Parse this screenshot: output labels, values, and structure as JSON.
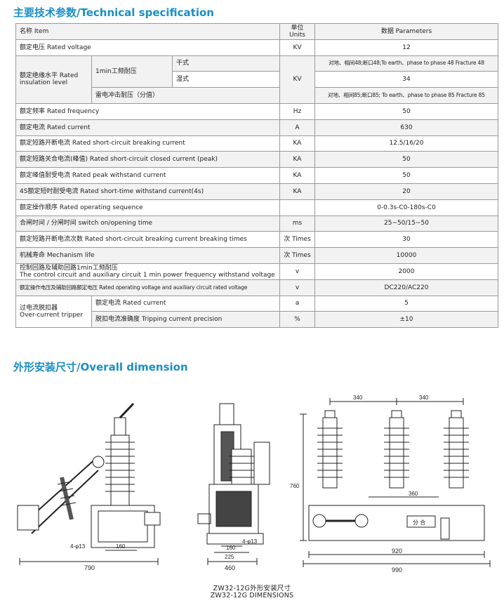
{
  "section1_title": "主要技术参数/Technical specification",
  "section2_title": "外形安装尺寸/Overall dimension",
  "table": {
    "header": {
      "item": "名称 Item",
      "unit": "单位Units",
      "param": "数据 Parameters"
    },
    "rows": {
      "rated_voltage": {
        "item": "额定电压 Rated voltage",
        "unit": "KV",
        "param": "12"
      },
      "insulation": {
        "item": "额定绝缘水平 Rated insulation level",
        "sub1": "1min工频耐压",
        "dry": "干式",
        "dry_val": "对地、相间48;断口48;To earth、phase to phase 48 Fracture 48",
        "wet": "湿式",
        "wet_val": "34",
        "unit": "KV",
        "lightning": "雷电冲击耐压（分值）",
        "lightning_val": "对地、相间85;断口85; To earth、phase to phase 85 Fracture 85"
      },
      "freq": {
        "item": "额定频率 Rated frequency",
        "unit": "Hz",
        "param": "50"
      },
      "current": {
        "item": "额定电流 Rated current",
        "unit": "A",
        "param": "630"
      },
      "breaking": {
        "item": "额定短路开断电流 Rated short-circuit breaking current",
        "unit": "KA",
        "param": "12.5/16/20"
      },
      "closed": {
        "item": "额定短路关合电流(峰值) Rated short-circuit closed current (peak)",
        "unit": "KA",
        "param": "50"
      },
      "peak": {
        "item": "额定峰值耐受电流 Rated peak withstand current",
        "unit": "KA",
        "param": "50"
      },
      "short_time": {
        "item": "4S额定短时耐受电流 Rated short-time withstand current(4s)",
        "unit": "KA",
        "param": "20"
      },
      "sequence": {
        "item": "额定操作顺序 Rated operating sequence",
        "unit": "",
        "param": "0-0.3s-C0-180s-C0"
      },
      "time": {
        "item": "合闸时间 / 分闸时间 switch on/opening time",
        "unit": "ms",
        "param": "25~50/15~50"
      },
      "breaking_times": {
        "item": "额定短路开断电流次数 Rated short-circuit breaking current breaking times",
        "unit": "次 Times",
        "param": "30"
      },
      "mech_life": {
        "item": "机械寿命 Mechanism life",
        "unit": "次 Times",
        "param": "10000"
      },
      "control": {
        "item1": "控制回路及辅助回路1min工频耐压",
        "item2": "The control circuit and auxiliary circuit 1 min power frequency withstand voltage",
        "unit": "v",
        "param": "2000"
      },
      "op_voltage": {
        "item": "额定操作电压及辅助回路额定电压 Rated operating voltage and auxiliary circuit rated voltage",
        "unit": "v",
        "param": "DC220/AC220"
      },
      "tripper": {
        "item1": "过电流脱扣器",
        "item2": "Over-current tripper",
        "sub1": "额定电流 Rated current",
        "unit1": "a",
        "val1": "5",
        "sub2": "脱扣电流准确度 Tripping current precision",
        "unit2": "%",
        "val2": "±10"
      }
    }
  },
  "dims": {
    "d1": {
      "w1": "790",
      "w2": "160",
      "holes": "4-φ13"
    },
    "d2": {
      "w1": "460",
      "w2": "225",
      "w3": "160",
      "holes": "4-φ13"
    },
    "d3": {
      "w1": "990",
      "w2": "920",
      "p1": "340",
      "p2": "340",
      "h": "760",
      "s": "360",
      "label": "分 合"
    }
  },
  "caption1": "ZW32-12G外形安装尺寸",
  "caption2": "ZW32-12G DIMENSIONS"
}
